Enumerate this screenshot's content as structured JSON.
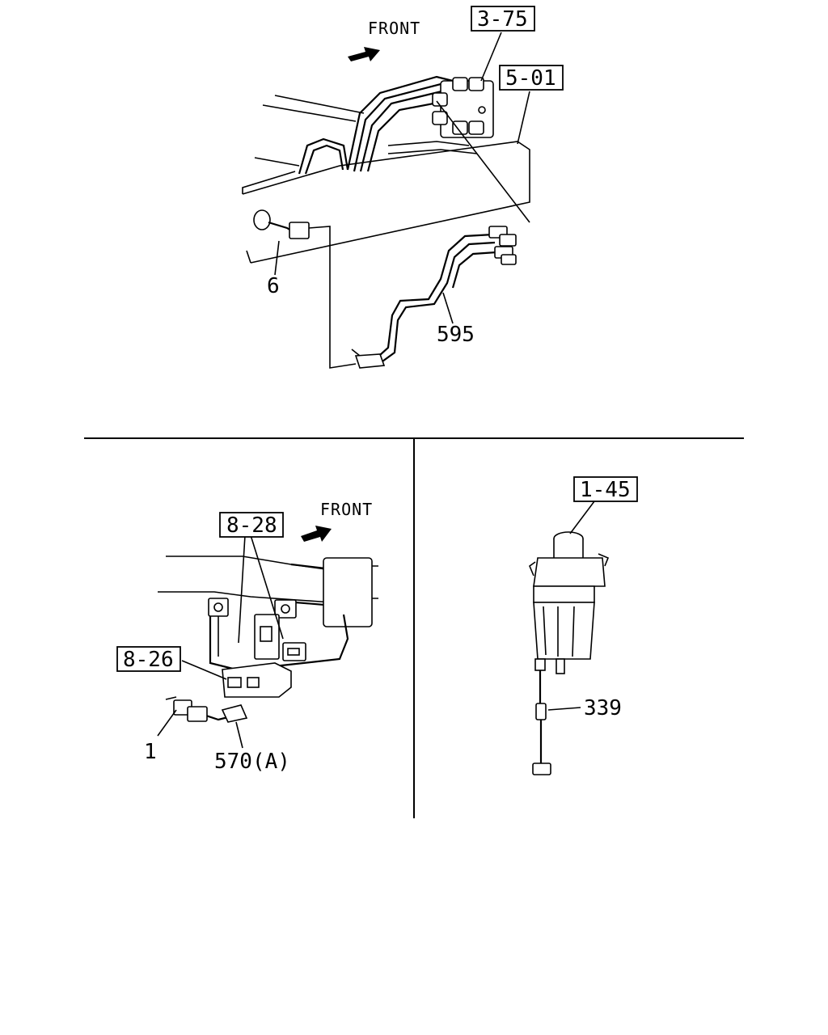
{
  "top": {
    "front_label": "FRONT",
    "ref_boxes": [
      "3-75",
      "5-01"
    ],
    "part_numbers": [
      "6",
      "595"
    ]
  },
  "bottom_left": {
    "front_label": "FRONT",
    "ref_boxes": [
      "8-28",
      "8-26"
    ],
    "part_numbers": [
      "1",
      "570(A)"
    ]
  },
  "bottom_right": {
    "ref_boxes": [
      "1-45"
    ],
    "part_numbers": [
      "339"
    ]
  }
}
